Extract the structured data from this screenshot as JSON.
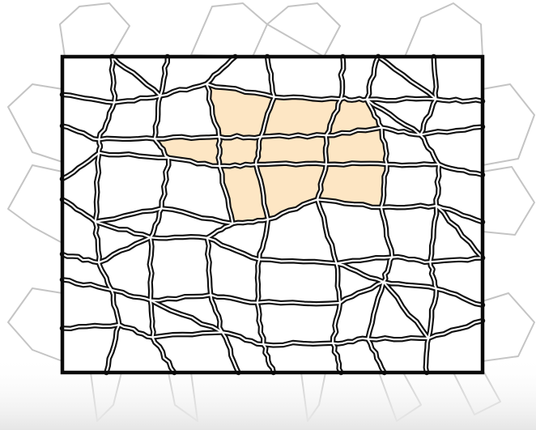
{
  "puzzle": {
    "type": "irregular-tiling",
    "colors": {
      "background": "#ffffff",
      "frame": "#0a0a0a",
      "cell_border": "#111111",
      "cell_empty": "#ffffff",
      "cell_selected": "#fde6c4",
      "background_pattern": "#c4c4c4",
      "bottom_fade": "#e6e6e6"
    },
    "cells_total": 81,
    "cells_selected": 10
  }
}
